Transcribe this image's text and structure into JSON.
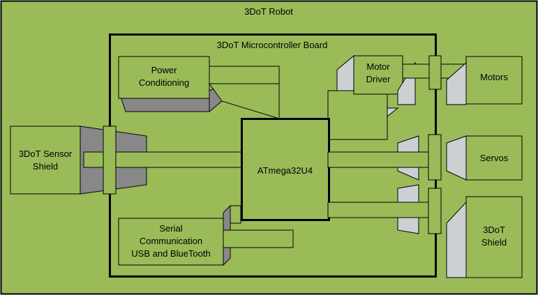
{
  "colors": {
    "fill": "#9bbb59",
    "stroke": "#000000",
    "side": "#ccd0d2",
    "shadow": "#888888"
  },
  "title": "3DoT Robot",
  "board": {
    "label": "3DoT Microcontroller Board"
  },
  "blocks": {
    "power": "Power\nConditioning",
    "motor_driver": "Motor\nDriver",
    "mcu": "ATmega32U4",
    "serial": "Serial\nCommunication\nUSB and BlueTooth",
    "sensor_shield": "3DoT Sensor\nShield",
    "motors": "Motors",
    "servos": "Servos",
    "shield": "3DoT\nShield"
  }
}
